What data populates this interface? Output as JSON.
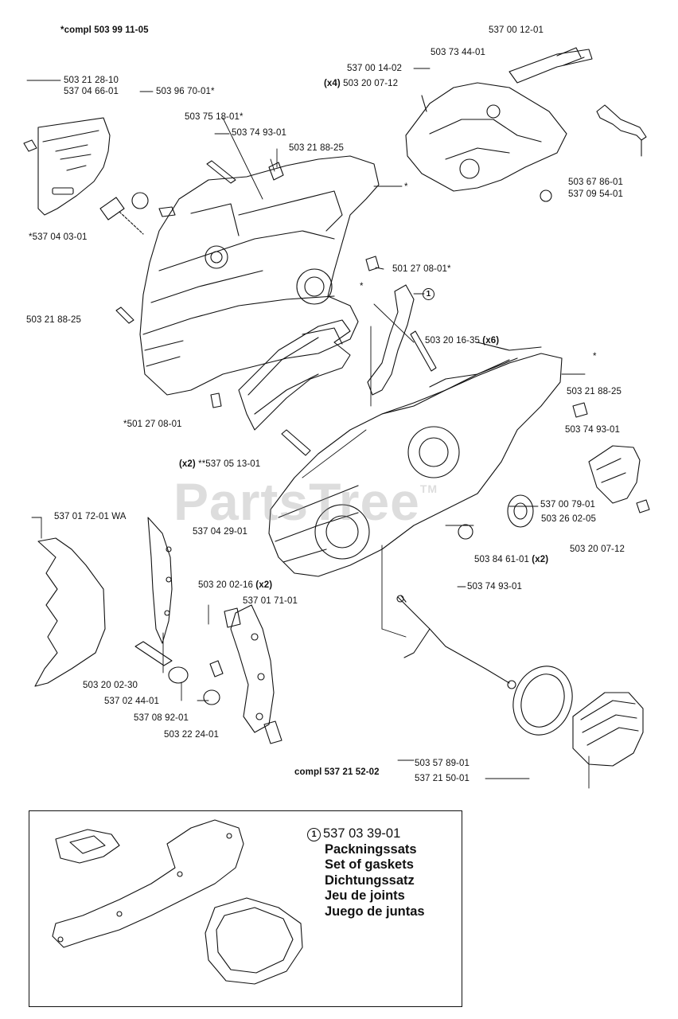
{
  "labels": {
    "l1": "*compl 503 99 11-05",
    "l2": "537 00 12-01",
    "l3": "503 73 44-01",
    "l4": "537 00 14-02",
    "l5_qty": "(x4)",
    "l5": "503 20 07-12",
    "l6": "503 21 28-10",
    "l7": "537 04 66-01",
    "l8": "503 96 70-01*",
    "l9": "503 75 18-01*",
    "l10": "503 74 93-01",
    "l11": "503 21 88-25",
    "l12": "*",
    "l13": "503 67 86-01",
    "l14": "537 09 54-01",
    "l15": "*537 04 03-01",
    "l16": "501 27 08-01*",
    "l17": "*",
    "l18": "503 21 88-25",
    "l19": "503 20 16-35",
    "l19_qty": "(x6)",
    "l20": "*",
    "l21": "503 21 88-25",
    "l22": "*501 27 08-01",
    "l23": "503 74 93-01",
    "l24_qty": "(x2)",
    "l24": "**537 05 13-01",
    "l25": "537 01 72-01 WA",
    "l26": "537 00 79-01",
    "l27": "503 26 02-05",
    "l28": "537 04 29-01",
    "l29": "503 20 07-12",
    "l30": "503 84 61-01",
    "l30_qty": "(x2)",
    "l31": "503 20 02-16",
    "l31_qty": "(x2)",
    "l32": "537 01 71-01",
    "l33": "503 74 93-01",
    "l34": "503 20 02-30",
    "l35": "537 02 44-01",
    "l36": "537 08 92-01",
    "l37": "503 22 24-01",
    "l38": "503 57 89-01",
    "l39": "compl 537 21 52-02",
    "l40": "537 21 50-01"
  },
  "callout_number": "1",
  "watermark": {
    "text": "PartsTree",
    "mark": "TM"
  },
  "kit": {
    "part_number": "537 03 39-01",
    "names": [
      "Packningssats",
      "Set of gaskets",
      "Dichtungssatz",
      "Jeu de joints",
      "Juego de juntas"
    ]
  }
}
